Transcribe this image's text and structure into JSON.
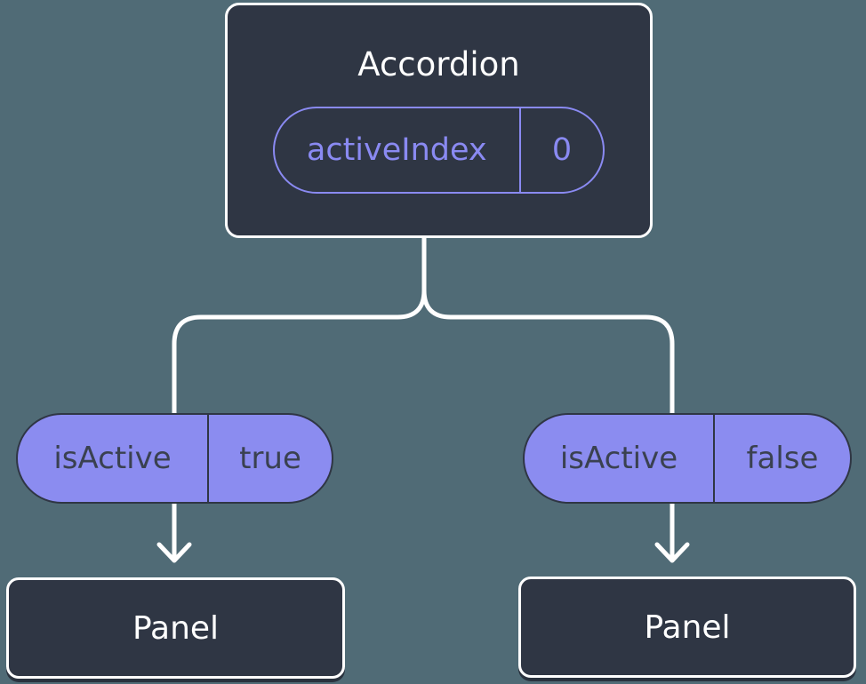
{
  "diagram": {
    "root": {
      "title": "Accordion",
      "pill": {
        "label": "activeIndex",
        "value": "0"
      }
    },
    "branches": [
      {
        "pill": {
          "label": "isActive",
          "value": "true"
        },
        "child": {
          "title": "Panel"
        }
      },
      {
        "pill": {
          "label": "isActive",
          "value": "false"
        },
        "child": {
          "title": "Panel"
        }
      }
    ]
  },
  "colors": {
    "background": "#506B76",
    "box_fill": "#2F3644",
    "box_border": "#FFFFFF",
    "accent_purple": "#8A8AF2",
    "pill_fill": "#8B8CF0",
    "pill_border": "#2F3644",
    "pill_text": "#3A4150",
    "connector": "#FFFFFF"
  }
}
